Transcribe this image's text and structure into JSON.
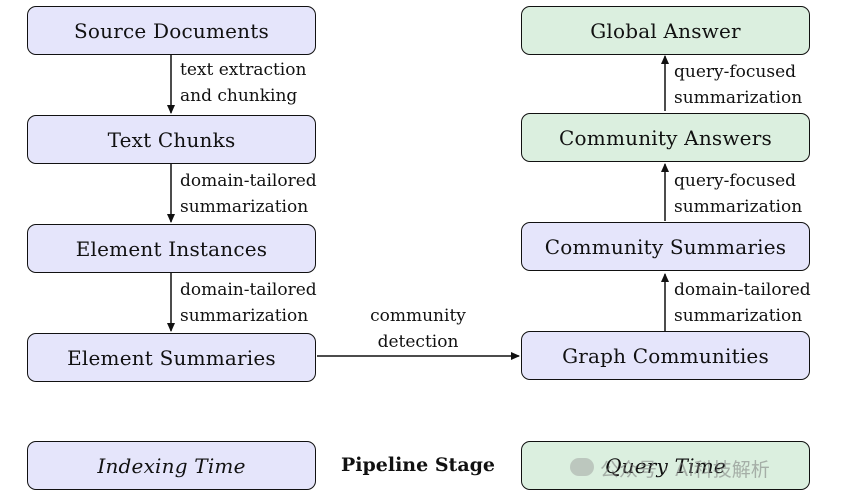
{
  "indexing": {
    "source_documents": "Source Documents",
    "text_chunks": "Text Chunks",
    "element_instances": "Element Instances",
    "element_summaries": "Element Summaries"
  },
  "query": {
    "global_answer": "Global Answer",
    "community_answers": "Community Answers",
    "community_summaries": "Community Summaries",
    "graph_communities": "Graph Communities"
  },
  "edges": {
    "e1_line1": "text extraction",
    "e1_line2": "and chunking",
    "e2_line1": "domain-tailored",
    "e2_line2": "summarization",
    "e3_line1": "domain-tailored",
    "e3_line2": "summarization",
    "e4_line1": "community",
    "e4_line2": "detection",
    "e5_line1": "domain-tailored",
    "e5_line2": "summarization",
    "e6_line1": "query-focused",
    "e6_line2": "summarization",
    "e7_line1": "query-focused",
    "e7_line2": "summarization"
  },
  "legend": {
    "indexing_time": "Indexing Time",
    "pipeline_stage": "Pipeline Stage",
    "query_time": "Query Time"
  },
  "watermark": {
    "text": "公众号 · AI科技解析",
    "icon": "wechat-icon"
  },
  "colors": {
    "indexing_fill": "#e5e5fb",
    "query_fill": "#dbefdf",
    "stroke": "#111111"
  }
}
